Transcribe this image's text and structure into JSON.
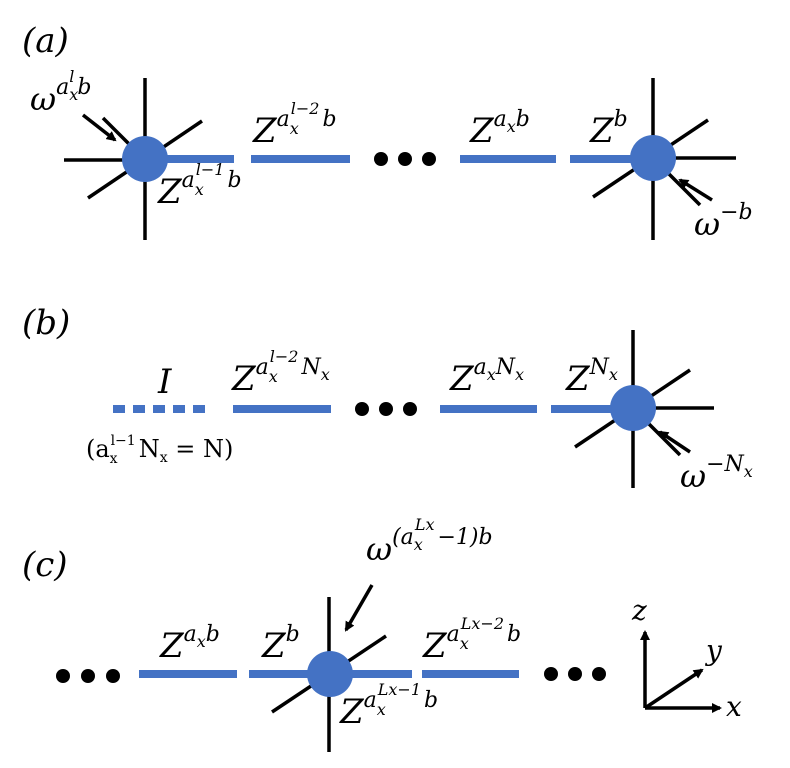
{
  "panel_a": {
    "tag": "(a)",
    "left_node_base": "ω",
    "left_node_exp": "a",
    "left_node_exp_sub": "x",
    "left_node_exp_sup": "l",
    "left_node_exp_tail": "b",
    "bond1_base": "Z",
    "bond1_a": "a",
    "bond1_sub": "x",
    "bond1_sup": "l−1",
    "bond1_tail": "b",
    "bond2_base": "Z",
    "bond2_a": "a",
    "bond2_sub": "x",
    "bond2_sup": "l−2",
    "bond2_tail": "b",
    "bond3_base": "Z",
    "bond3_exp": "a",
    "bond3_sub": "x",
    "bond3_tail": "b",
    "bond4_base": "Z",
    "bond4_exp": "b",
    "right_node_base": "ω",
    "right_node_exp": "−b"
  },
  "panel_b": {
    "tag": "(b)",
    "identity": "I",
    "condition_open": "(a",
    "condition_sub": "x",
    "condition_sup": "l−1",
    "condition_tail": "N",
    "condition_tail_sub": "x",
    "condition_eq": " = N)",
    "bond1_base": "Z",
    "bond1_a": "a",
    "bond1_sub": "x",
    "bond1_sup": "l−2",
    "bond1_tail": "N",
    "bond1_tail_sub": "x",
    "bond2_base": "Z",
    "bond2_a": "a",
    "bond2_sub": "x",
    "bond2_tail": "N",
    "bond2_tail_sub": "x",
    "bond3_base": "Z",
    "bond3_exp": "N",
    "bond3_sub": "x",
    "node_base": "ω",
    "node_exp": "−N",
    "node_sub": "x"
  },
  "panel_c": {
    "tag": "(c)",
    "node_base": "ω",
    "node_paren_open": "(a",
    "node_sub": "x",
    "node_sup": "Lx",
    "node_tail": "−1)b",
    "bond1_base": "Z",
    "bond1_exp": "a",
    "bond1_sub": "x",
    "bond1_tail": "b",
    "bond2_base": "Z",
    "bond2_exp": "b",
    "bond3_base": "Z",
    "bond3_a": "a",
    "bond3_sub": "x",
    "bond3_sup": "Lx−1",
    "bond3_tail": "b",
    "bond4_base": "Z",
    "bond4_a": "a",
    "bond4_sub": "x",
    "bond4_sup": "Lx−2",
    "bond4_tail": "b",
    "axis_z": "z",
    "axis_y": "y",
    "axis_x": "x"
  },
  "colors": {
    "bond": "#4472C4",
    "node": "#4472C4",
    "ink": "#000000"
  }
}
